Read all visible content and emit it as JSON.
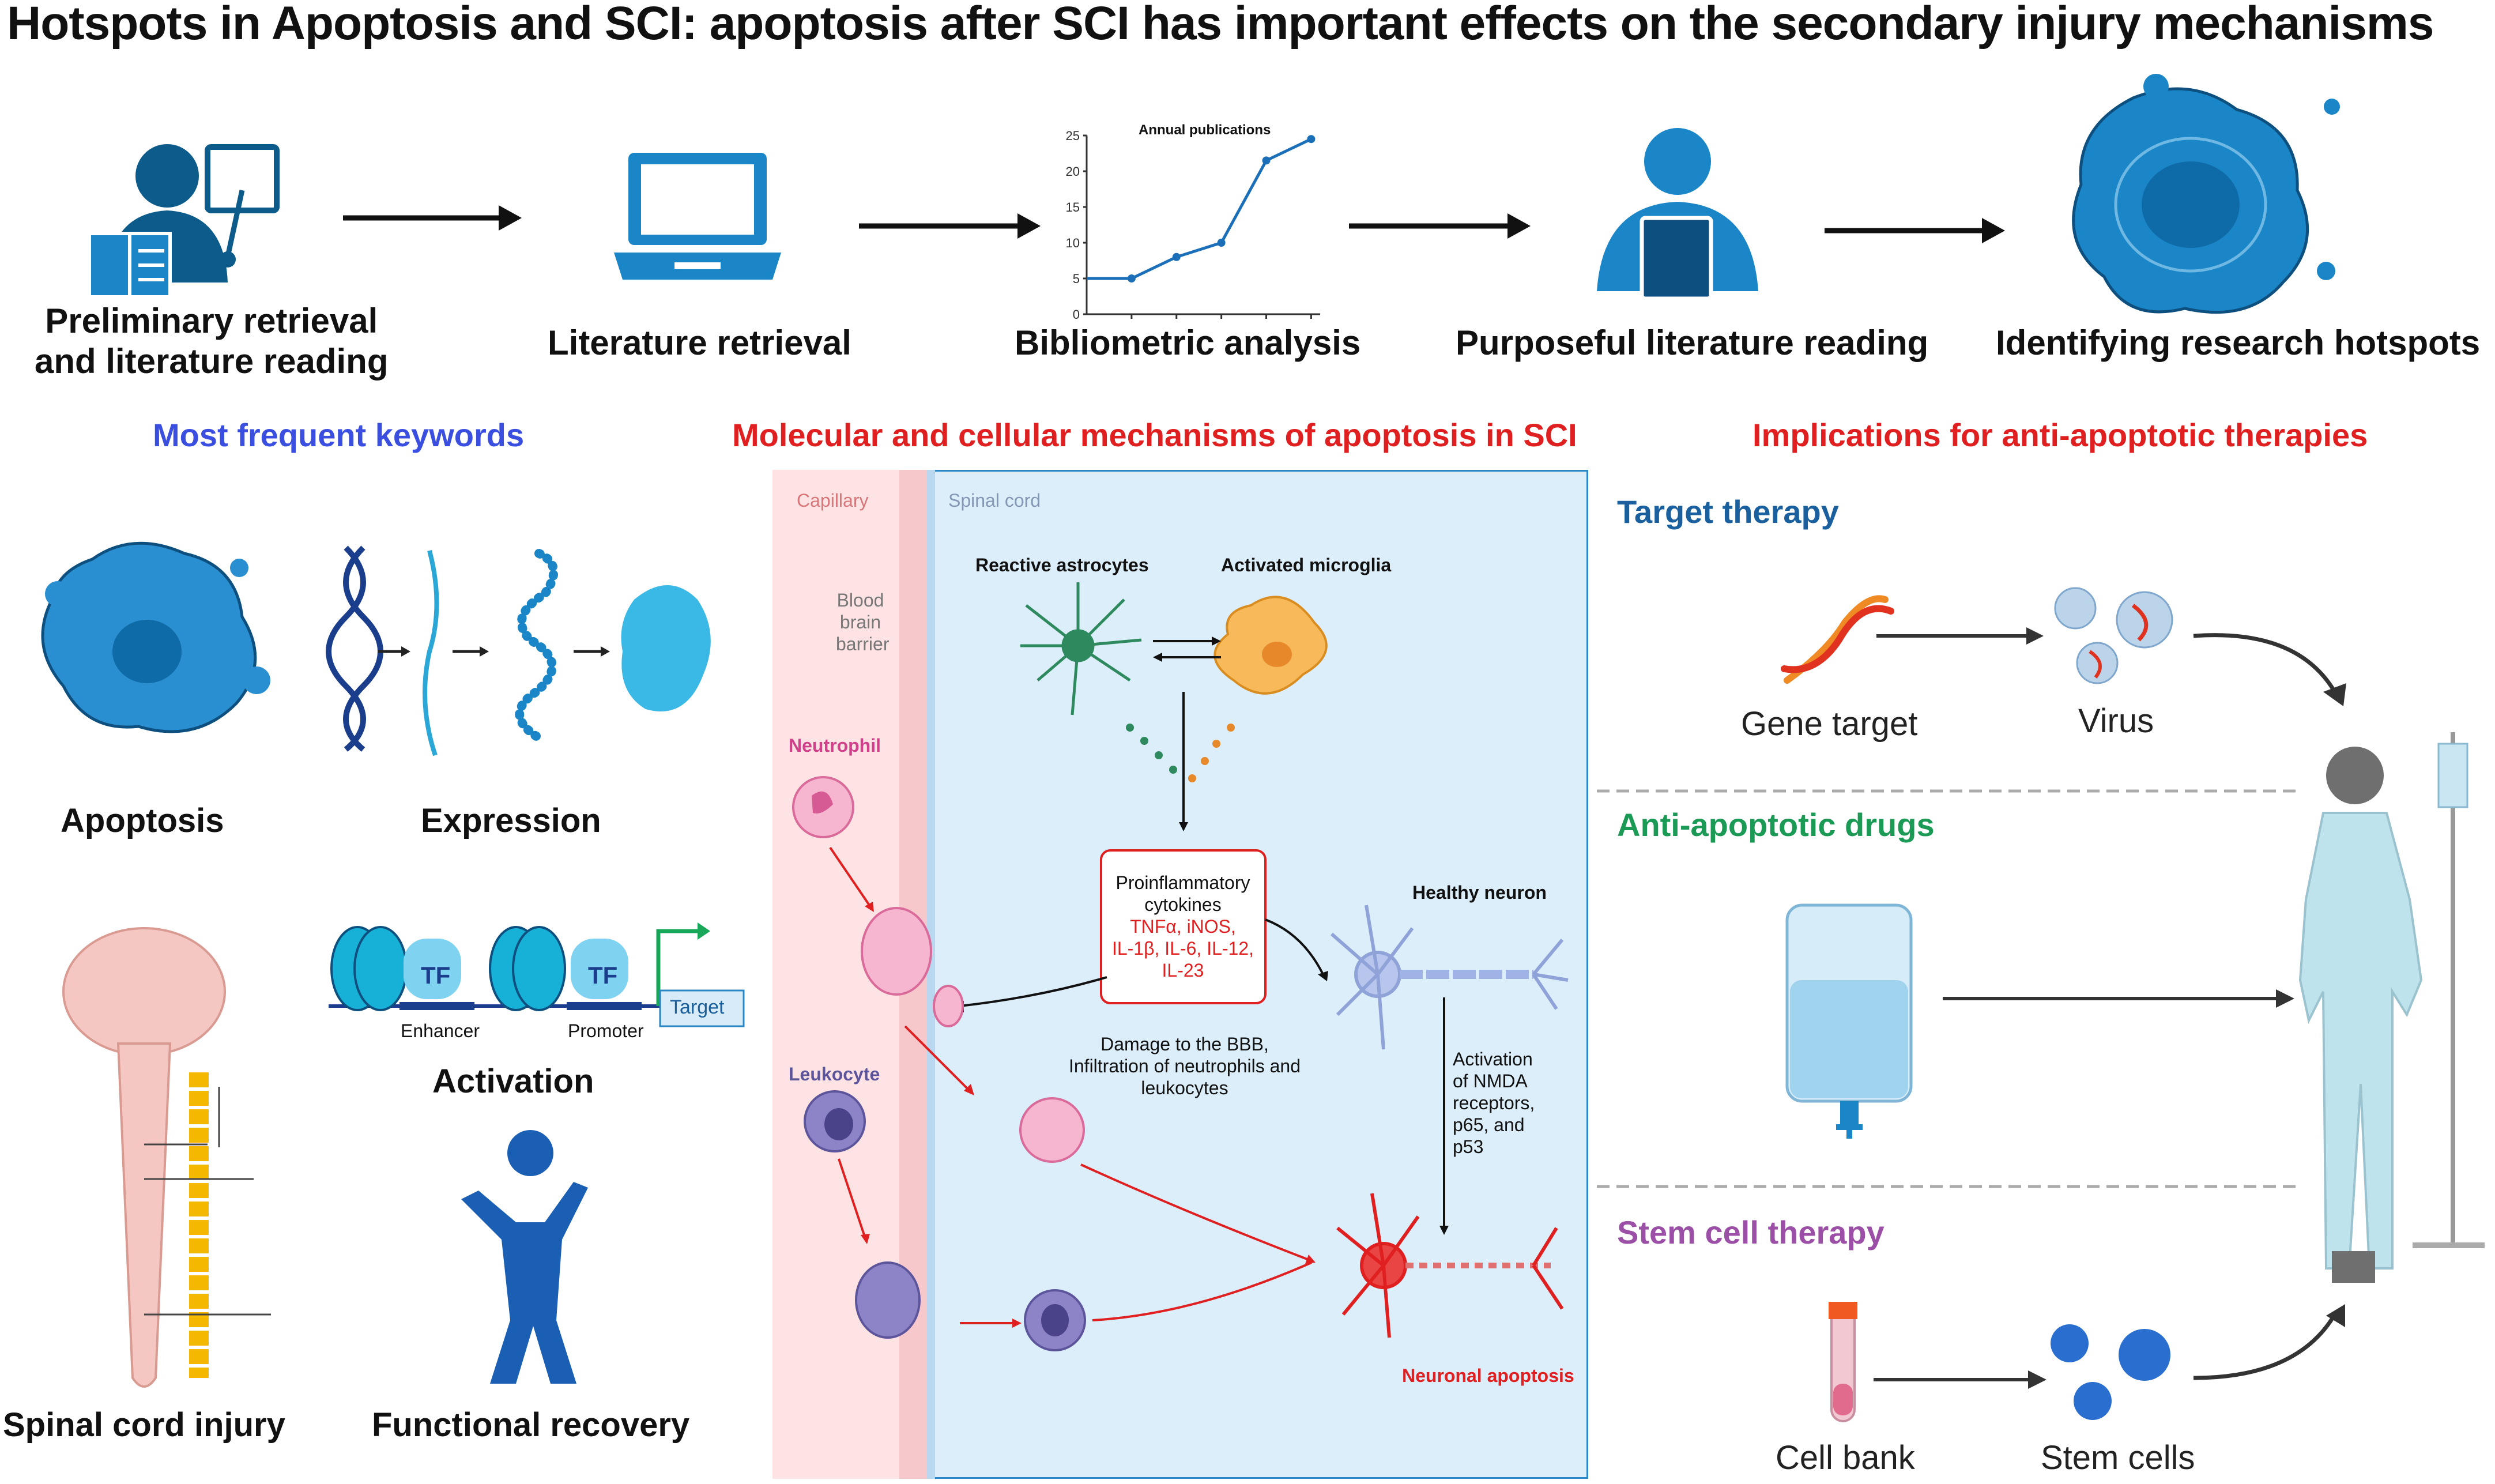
{
  "title": "Hotspots in Apoptosis and SCI: apoptosis after SCI has important effects on the secondary injury mechanisms",
  "workflow": {
    "steps": [
      {
        "label_line1": "Preliminary retrieval",
        "label_line2": "and literature reading",
        "icon": "teacher-reading-icon"
      },
      {
        "label": "Literature retrieval",
        "icon": "laptop-icon"
      },
      {
        "label": "Bibliometric analysis",
        "icon": "line-chart-icon"
      },
      {
        "label": "Purposeful literature reading",
        "icon": "person-reading-icon"
      },
      {
        "label": "Identifying research hotspots",
        "icon": "cell-icon"
      }
    ],
    "mini_chart": {
      "title": "Annual publications",
      "y_ticks": [
        "0",
        "5",
        "10",
        "15",
        "20",
        "25"
      ]
    }
  },
  "chart_data": {
    "type": "line",
    "title": "Annual publications",
    "x": [
      1,
      2,
      3,
      4,
      5
    ],
    "series": [
      {
        "values": [
          5,
          8,
          10,
          21.5,
          24.5
        ]
      }
    ],
    "ylim": [
      0,
      25
    ],
    "grid": false
  },
  "keywords": {
    "title": "Most frequent keywords",
    "title_color": "#3a4fe0",
    "items": [
      {
        "label": "Apoptosis"
      },
      {
        "label": "Expression"
      },
      {
        "label": "Spinal cord injury"
      },
      {
        "label": "Activation"
      },
      {
        "label": "Functional recovery"
      }
    ],
    "activation_diagram": {
      "tf1": "TF",
      "tf2": "TF",
      "enhancer": "Enhancer",
      "promoter": "Promoter",
      "target": "Target"
    }
  },
  "mechanisms": {
    "title": "Molecular and cellular mechanisms of apoptosis in SCI",
    "title_color": "#e02020",
    "capillary": "Capillary",
    "spinal_cord": "Spinal cord",
    "bbb_line1": "Blood",
    "bbb_line2": "brain",
    "bbb_line3": "barrier",
    "neutrophil": "Neutrophil",
    "leukocyte": "Leukocyte",
    "reactive_astrocytes": "Reactive astrocytes",
    "activated_microglia": "Activated microglia",
    "cytokines_title_1": "Proinflammatory",
    "cytokines_title_2": "cytokines",
    "cytokines_list_1": "TNFα, iNOS,",
    "cytokines_list_2": "IL-1β, IL-6, IL-12,",
    "cytokines_list_3": "IL-23",
    "healthy_neuron": "Healthy neuron",
    "damage_1": "Damage to the BBB,",
    "damage_2": "Infiltration of neutrophils and",
    "damage_3": "leukocytes",
    "activation_1": "Activation",
    "activation_2": "of NMDA",
    "activation_3": "receptors,",
    "activation_4": "p65, and",
    "activation_5": "p53",
    "neuronal_apoptosis": "Neuronal apoptosis"
  },
  "therapies": {
    "title": "Implications for anti-apoptotic therapies",
    "title_color": "#e02020",
    "target_therapy": "Target therapy",
    "gene_target": "Gene target",
    "virus": "Virus",
    "anti_apoptotic_drugs": "Anti-apoptotic drugs",
    "stem_cell_therapy": "Stem cell therapy",
    "cell_bank": "Cell bank",
    "stem_cells": "Stem cells"
  },
  "colors": {
    "blue_icon": "#1a86c7",
    "dark_blue": "#0d4f7e",
    "target_therapy": "#1a5f9e",
    "anti_drugs": "#1a9a55",
    "stem_cell": "#9b4fa6",
    "capillary_bg": "#fde3e3",
    "cord_bg": "#dbeefa"
  }
}
